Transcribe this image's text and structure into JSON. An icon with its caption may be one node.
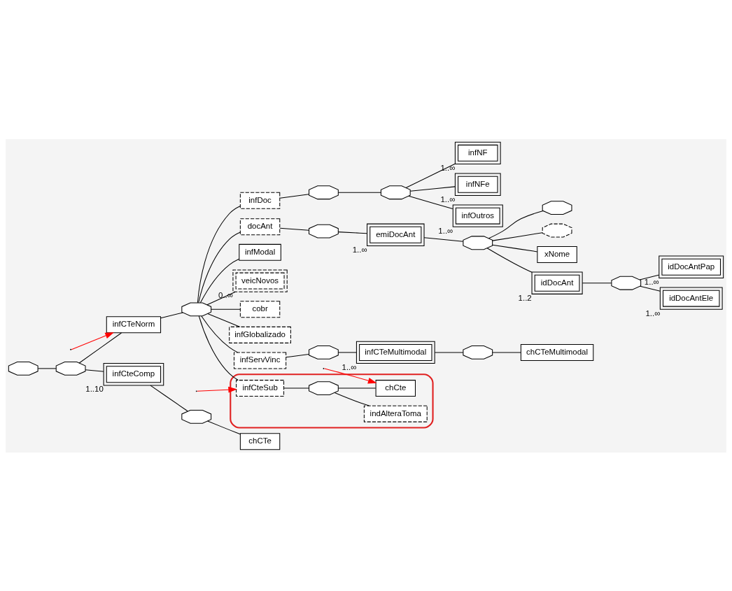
{
  "diagram": {
    "nodes": [
      {
        "text": [],
        "shape": "octagon"
      },
      {
        "text": [],
        "shape": "octagon"
      },
      {
        "text": [
          "infCTeNorm"
        ]
      },
      {
        "text": [],
        "shape": "octagon"
      },
      {
        "text": [
          "infDoc"
        ]
      },
      {
        "text": [],
        "shape": "octagon"
      },
      {
        "text": [],
        "shape": "octagon"
      },
      {
        "text": [
          "infNF"
        ],
        "beside": [
          "1..∞"
        ]
      },
      {
        "text": [
          "infNFe"
        ],
        "beside": [
          "1..∞"
        ]
      },
      {
        "text": [
          "infOutros"
        ],
        "beside": [
          "1..∞"
        ]
      },
      {
        "text": [
          "docAnt"
        ]
      },
      {
        "text": [],
        "shape": "octagon"
      },
      {
        "text": [
          "emiDocAnt"
        ],
        "beside": [
          "1..∞"
        ]
      },
      {
        "text": [],
        "shape": "octagon"
      },
      {
        "text": [],
        "shape": "octagon"
      },
      {
        "text": [],
        "shape": "octagon"
      },
      {
        "text": [
          "xNome"
        ]
      },
      {
        "text": [
          "idDocAnt"
        ],
        "beside": [
          "1..2"
        ]
      },
      {
        "text": [],
        "shape": "octagon"
      },
      {
        "text": [
          "idDocAntPap"
        ],
        "beside": [
          "1..∞"
        ]
      },
      {
        "text": [
          "idDocAntEle"
        ],
        "beside": [
          "1..∞"
        ]
      },
      {
        "text": [
          "infModal"
        ]
      },
      {
        "text": [
          "veicNovos"
        ],
        "beside": [
          "0..∞"
        ]
      },
      {
        "text": [
          "cobr"
        ]
      },
      {
        "text": [],
        "shape": "ellipse"
      },
      {
        "text": [
          "infCteSub"
        ],
        "in": 24
      },
      {
        "text": [],
        "shape": "octagon",
        "in": 24
      },
      {
        "text": [
          "chCte"
        ],
        "in": 24
      },
      {
        "text": [
          "indAlteraToma"
        ],
        "in": 24
      },
      {
        "text": [
          "infGlobalizado"
        ]
      },
      {
        "text": [
          "infServVinc"
        ]
      },
      {
        "text": [],
        "shape": "octagon"
      },
      {
        "text": [
          "infCTeMultimodal"
        ],
        "beside": [
          "1..∞"
        ]
      },
      {
        "text": [],
        "shape": "octagon"
      },
      {
        "text": [
          "chCTeMultimodal"
        ]
      },
      {
        "text": [
          "infCteComp"
        ],
        "beside": [
          "1..10"
        ]
      },
      {
        "text": [],
        "shape": "octagon"
      },
      {
        "text": [
          "chCTe"
        ]
      }
    ],
    "edges": [
      {
        "from": 0,
        "to": 1,
        "arrow": "none"
      },
      {
        "from": 1,
        "to": 2,
        "arrow": "none"
      },
      {
        "from": 2,
        "to": 3,
        "arrow": "none"
      },
      {
        "from": 3,
        "to": 4,
        "arrow": "none"
      },
      {
        "from": 4,
        "to": 5,
        "arrow": "none"
      },
      {
        "from": 5,
        "to": 6,
        "arrow": "none"
      },
      {
        "from": 6,
        "to": 7,
        "arrow": "none"
      },
      {
        "from": 6,
        "to": 8,
        "arrow": "none"
      },
      {
        "from": 6,
        "to": 9,
        "arrow": "none"
      },
      {
        "from": 3,
        "to": 10,
        "arrow": "none"
      },
      {
        "from": 10,
        "to": 11,
        "arrow": "none"
      },
      {
        "from": 11,
        "to": 12,
        "arrow": "none"
      },
      {
        "from": 12,
        "to": 13,
        "arrow": "none"
      },
      {
        "from": 13,
        "to": 14,
        "arrow": "none"
      },
      {
        "from": 13,
        "to": 15,
        "arrow": "none"
      },
      {
        "from": 13,
        "to": 16,
        "arrow": "none"
      },
      {
        "from": 13,
        "to": 17,
        "arrow": "none"
      },
      {
        "from": 17,
        "to": 18,
        "arrow": "none"
      },
      {
        "from": 18,
        "to": 19,
        "arrow": "none"
      },
      {
        "from": 18,
        "to": 20,
        "arrow": "none"
      },
      {
        "from": 3,
        "to": 21,
        "arrow": "none"
      },
      {
        "from": 3,
        "to": 22,
        "arrow": "none"
      },
      {
        "from": 3,
        "to": 23,
        "arrow": "none"
      },
      {
        "from": 3,
        "to": 25,
        "arrow": "none"
      },
      {
        "from": 25,
        "to": 26,
        "arrow": "none"
      },
      {
        "from": 26,
        "to": 27,
        "arrow": "none"
      },
      {
        "from": 26,
        "to": 28,
        "arrow": "none"
      },
      {
        "from": 3,
        "to": 29,
        "arrow": "none"
      },
      {
        "from": 3,
        "to": 30,
        "arrow": "none"
      },
      {
        "from": 30,
        "to": 31,
        "arrow": "none"
      },
      {
        "from": 31,
        "to": 32,
        "arrow": "none"
      },
      {
        "from": 32,
        "to": 33,
        "arrow": "none"
      },
      {
        "from": 33,
        "to": 34,
        "arrow": "none"
      },
      {
        "from": 1,
        "to": 35,
        "arrow": "none"
      },
      {
        "from": 35,
        "to": 36,
        "arrow": "none"
      },
      {
        "from": 36,
        "to": 37,
        "arrow": "none"
      },
      {
        "from": null,
        "to": 2,
        "arrow": "to",
        "color": "#ff0000"
      },
      {
        "from": null,
        "to": 25,
        "arrow": "to",
        "color": "#ff0000"
      },
      {
        "from": null,
        "to": 27,
        "arrow": "to",
        "color": "#ff0000"
      }
    ]
  }
}
